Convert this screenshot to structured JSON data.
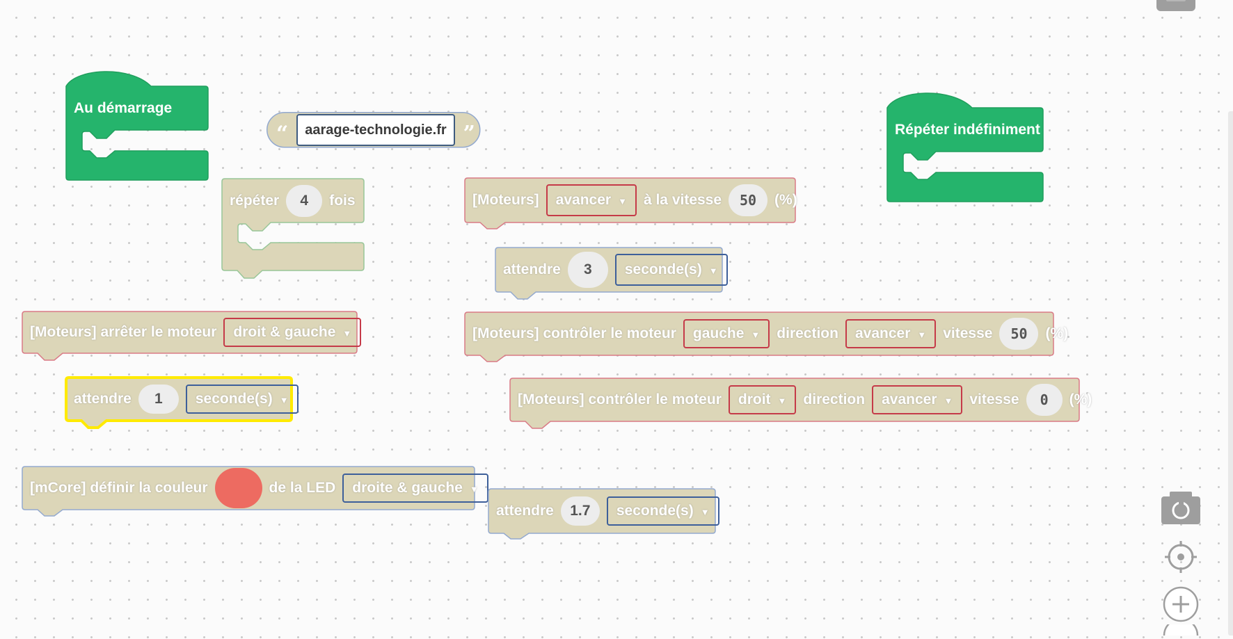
{
  "colors": {
    "event_green": "#25b46c",
    "block_fill": "#dcd6b8",
    "red_outline": "#d97a86",
    "blue_outline": "#93a9cf",
    "green_outline": "#98c698",
    "highlight": "#ffea00",
    "led_color": "#ed6b61"
  },
  "blocks": {
    "on_start": {
      "label": "Au démarrage"
    },
    "forever": {
      "label": "Répéter indéfiniment"
    },
    "string_literal": {
      "value": "aarage-technologie.fr",
      "open_quote": "“",
      "close_quote": "”"
    },
    "repeat": {
      "label_before": "répéter",
      "count": "4",
      "label_after": "fois"
    },
    "motors_forward": {
      "label": "[Moteurs]",
      "direction": "avancer",
      "speed_label": "à la vitesse",
      "speed": "50",
      "unit": "(%)"
    },
    "wait_3": {
      "label": "attendre",
      "value": "3",
      "unit": "seconde(s)"
    },
    "motors_stop": {
      "label": "[Moteurs] arrêter le moteur",
      "motor": "droit & gauche"
    },
    "motor_control_left": {
      "label": "[Moteurs] contrôler le moteur",
      "motor": "gauche",
      "direction_label": "direction",
      "direction": "avancer",
      "speed_label": "vitesse",
      "speed": "50",
      "unit": "(%)"
    },
    "wait_1": {
      "label": "attendre",
      "value": "1",
      "unit": "seconde(s)"
    },
    "motor_control_right": {
      "label": "[Moteurs] contrôler le moteur",
      "motor": "droit",
      "direction_label": "direction",
      "direction": "avancer",
      "speed_label": "vitesse",
      "speed": "0",
      "unit": "(%)"
    },
    "led_color": {
      "label": "[mCore] définir la couleur",
      "label_after": "de la LED",
      "target": "droite & gauche"
    },
    "wait_17": {
      "label": "attendre",
      "value": "1.7",
      "unit": "seconde(s)"
    }
  },
  "tools": {
    "screenshot": "camera-icon",
    "center": "target-icon",
    "zoom_in": "plus-icon"
  },
  "caret_glyph": "▼"
}
